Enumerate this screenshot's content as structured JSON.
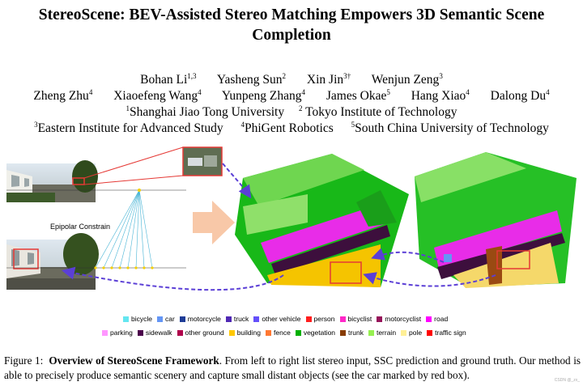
{
  "paper": {
    "title_line1": "StereoScene: BEV-Assisted Stereo Matching Empowers 3D Semantic Scene",
    "title_line2": "Completion",
    "authors": [
      {
        "name": "Bohan Li",
        "sup": "1,3"
      },
      {
        "name": "Yasheng Sun",
        "sup": "2"
      },
      {
        "name": "Xin Jin",
        "sup": "3†"
      },
      {
        "name": "Wenjun Zeng",
        "sup": "3"
      },
      {
        "name": "Zheng Zhu",
        "sup": "4"
      },
      {
        "name": "Xiaoefeng Wang",
        "sup": "4"
      },
      {
        "name": "Yunpeng Zhang",
        "sup": "4"
      },
      {
        "name": "James Okae",
        "sup": "5"
      },
      {
        "name": "Hang Xiao",
        "sup": "4"
      },
      {
        "name": "Dalong Du",
        "sup": "4"
      }
    ],
    "affiliations": [
      {
        "sup": "1",
        "name": "Shanghai Jiao Tong University"
      },
      {
        "sup": "2",
        "name": "Tokyo Institute of Technology"
      },
      {
        "sup": "3",
        "name": "Eastern Institute for Advanced Study"
      },
      {
        "sup": "4",
        "name": "PhiGent Robotics"
      },
      {
        "sup": "5",
        "name": "South China University of Technology"
      }
    ]
  },
  "figure": {
    "epipolar_label": "Epipolar Constrain",
    "colors": {
      "arrow": "#5b3fd6",
      "box": "#e53935",
      "flow_arrow": "#f8c8a8"
    }
  },
  "legend": {
    "row1": [
      {
        "label": "bicycle",
        "color": "#64e6f0"
      },
      {
        "label": "car",
        "color": "#6496f5"
      },
      {
        "label": "motorcycle",
        "color": "#1e3c96"
      },
      {
        "label": "truck",
        "color": "#5028b4"
      },
      {
        "label": "other vehicle",
        "color": "#6450fa"
      },
      {
        "label": "person",
        "color": "#ff1e1e"
      },
      {
        "label": "bicyclist",
        "color": "#ff28c8"
      },
      {
        "label": "motorcyclist",
        "color": "#96145a"
      },
      {
        "label": "road",
        "color": "#ff00ff"
      }
    ],
    "row2": [
      {
        "label": "parking",
        "color": "#ff96ff"
      },
      {
        "label": "sidewalk",
        "color": "#4b004b"
      },
      {
        "label": "other ground",
        "color": "#af004b"
      },
      {
        "label": "building",
        "color": "#ffc800"
      },
      {
        "label": "fence",
        "color": "#ff7832"
      },
      {
        "label": "vegetation",
        "color": "#00af00"
      },
      {
        "label": "trunk",
        "color": "#873c00"
      },
      {
        "label": "terrain",
        "color": "#96f050"
      },
      {
        "label": "pole",
        "color": "#fff096"
      },
      {
        "label": "traffic sign",
        "color": "#ff0000"
      }
    ]
  },
  "caption": {
    "prefix": "Figure 1:",
    "bold": "Overview of StereoScene Framework",
    "text": ". From left to right list stereo input, SSC prediction and ground truth. Our method is able to precisely produce semantic scenery and capture small distant objects (see the car marked by red box).",
    "watermark": "CSDN @_zx_"
  }
}
